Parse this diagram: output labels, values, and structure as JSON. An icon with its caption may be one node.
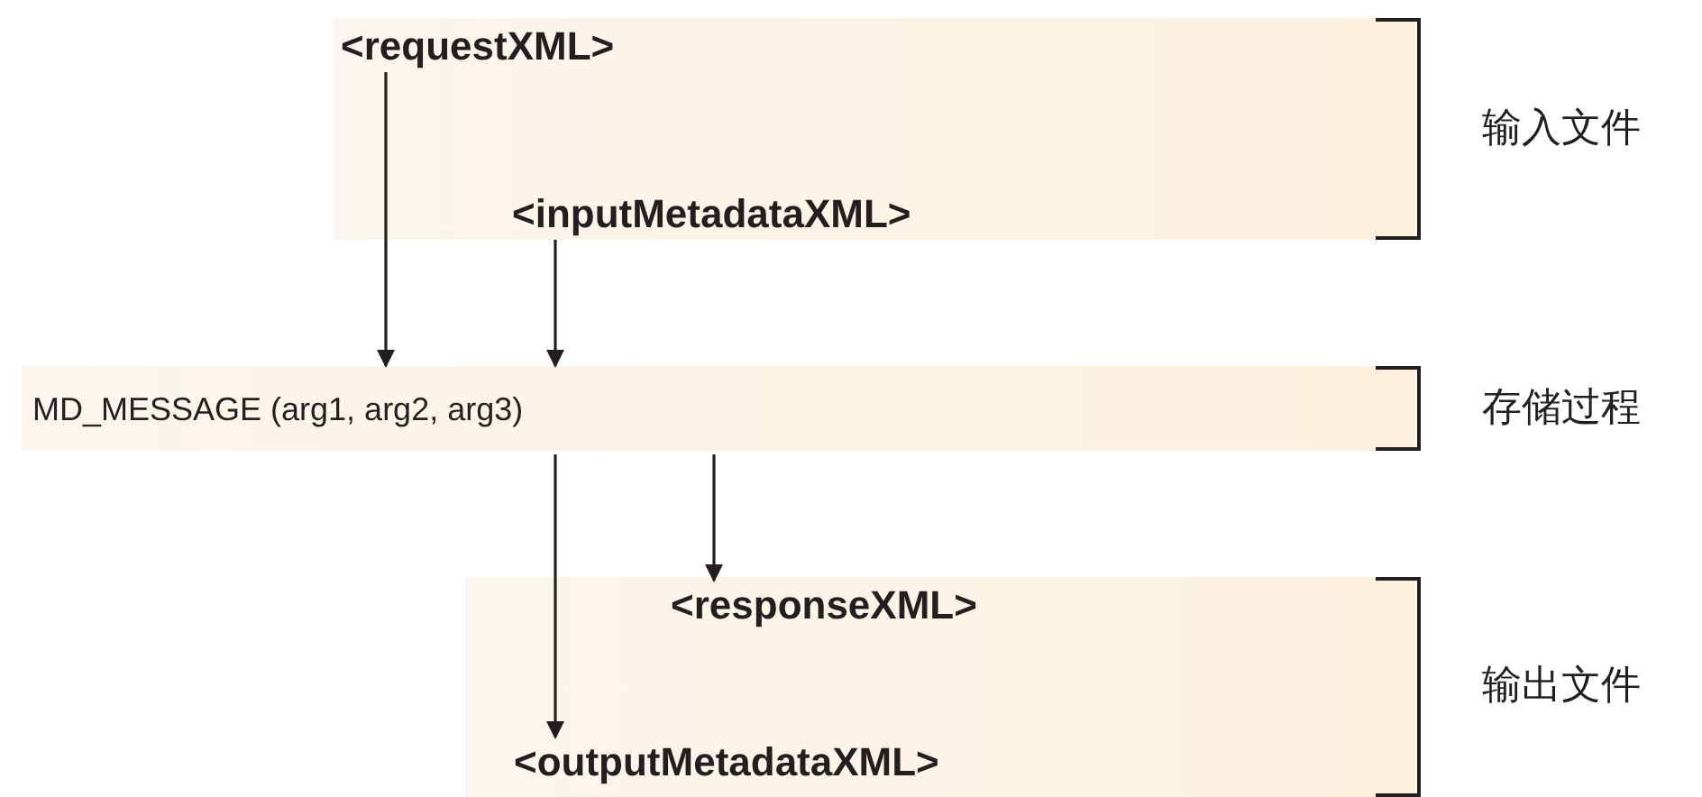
{
  "diagram": {
    "nodes": [
      {
        "text": [
          "输入文件"
        ]
      },
      {
        "text": [
          "<requestXML>"
        ],
        "in": 0
      },
      {
        "text": [
          "<inputMetadataXML>"
        ],
        "in": 0
      },
      {
        "text": [
          "MD_MESSAGE (arg1, arg2, arg3)",
          "存储过程"
        ]
      },
      {
        "text": [
          "输出文件"
        ]
      },
      {
        "text": [
          "<responseXML>"
        ],
        "in": 4
      },
      {
        "text": [
          "<outputMetadataXML>"
        ],
        "in": 4
      }
    ],
    "edges": [
      {
        "from": 1,
        "to": 3,
        "arrow": "to"
      },
      {
        "from": 2,
        "to": 3,
        "arrow": "to"
      },
      {
        "from": 3,
        "to": 5,
        "arrow": "to"
      },
      {
        "from": 3,
        "to": 6,
        "arrow": "to"
      }
    ]
  }
}
